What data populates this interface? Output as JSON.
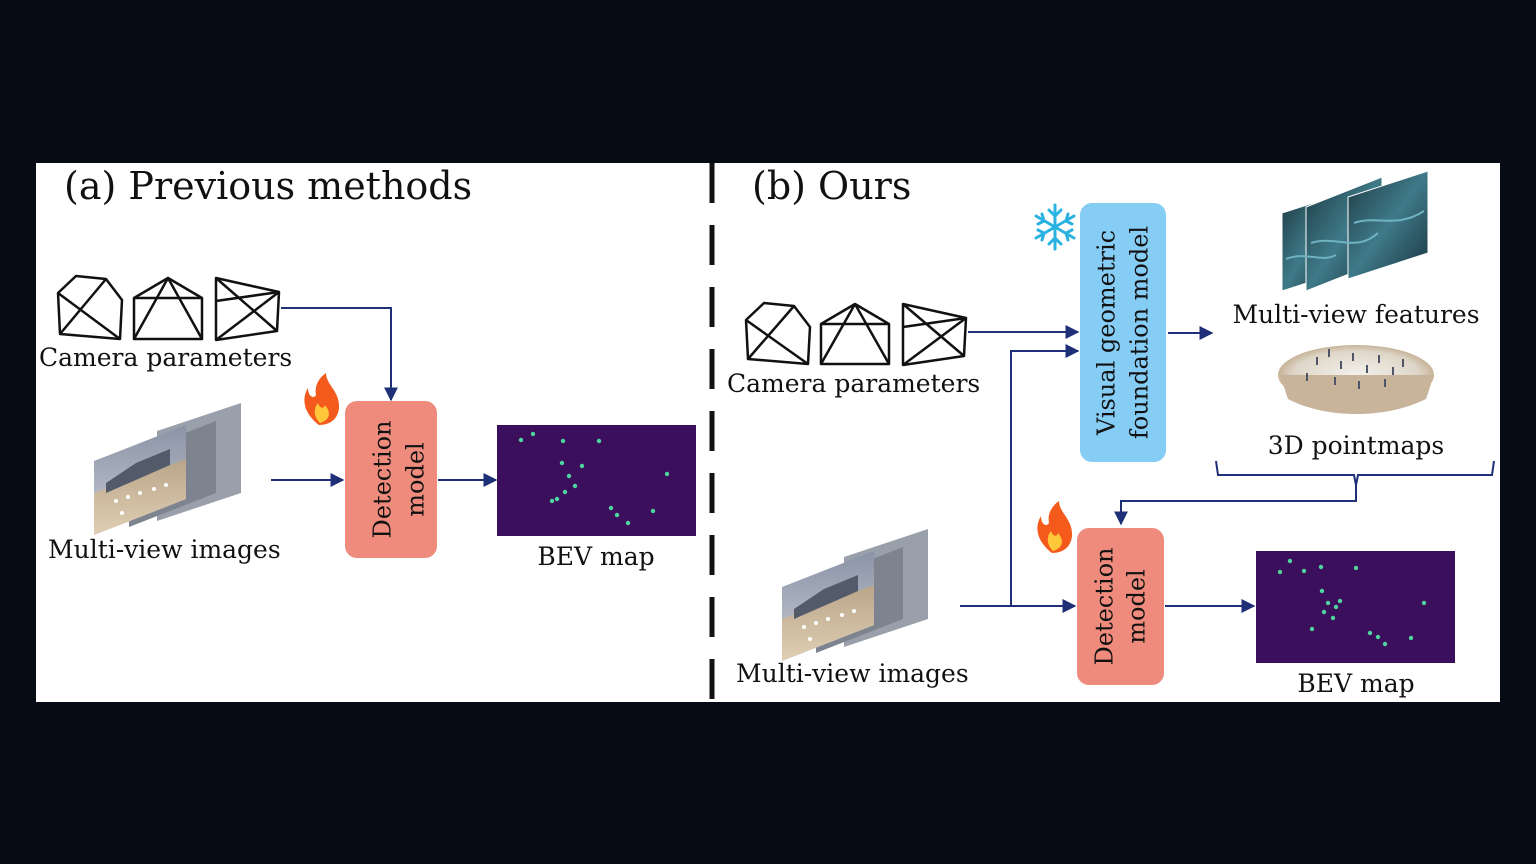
{
  "panel_a": {
    "title": "(a) Previous methods",
    "camera_label": "Camera parameters",
    "images_label": "Multi-view images",
    "detection_label_1": "Detection",
    "detection_label_2": "model",
    "bev_label": "BEV map",
    "trainable_icon": "fire-icon"
  },
  "panel_b": {
    "title": "(b) Ours",
    "camera_label": "Camera parameters",
    "images_label": "Multi-view images",
    "vgfm_label_1": "Visual geometric",
    "vgfm_label_2": "foundation model",
    "frozen_icon": "snowflake-icon",
    "features_label": "Multi-view features",
    "pointmaps_label": "3D pointmaps",
    "detection_label_1": "Detection",
    "detection_label_2": "model",
    "bev_label": "BEV map",
    "trainable_icon": "fire-icon"
  },
  "colors": {
    "arrow": "#1f2f78",
    "detection_box": "#ee8b7c",
    "vgfm_box": "#86cdf6",
    "bev_background": "#3b0f5c",
    "bev_points": "#4fd6a0",
    "divider": "#111111"
  }
}
